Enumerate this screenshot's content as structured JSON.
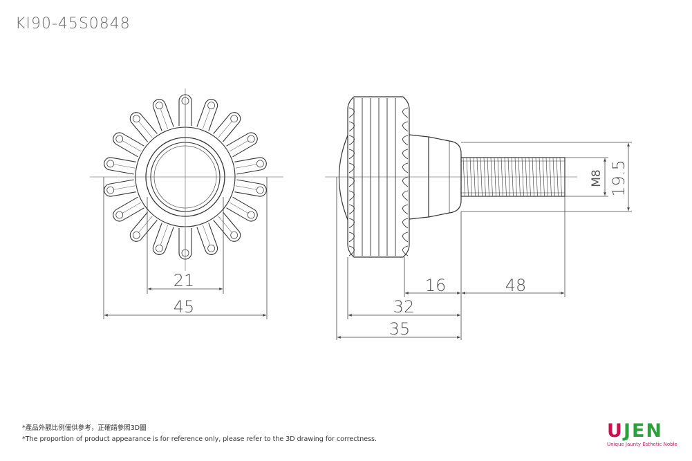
{
  "title": "KI90-45S0848",
  "dimensions": {
    "d21": "21",
    "d45": "45",
    "d16": "16",
    "d48": "48",
    "d32": "32",
    "d35": "35",
    "m8": "M8",
    "d19_5": "19.5"
  },
  "notes": {
    "zh": "*產品外觀比例僅供參考，正確請參照3D圖",
    "en": "*The proportion of product appearance is for reference only, please refer to the 3D drawing for correctness."
  },
  "logo": {
    "first_letter": "U",
    "rest": "JEN",
    "tagline": "Unique Jaunty Esthetic Noble",
    "colors": {
      "red": "#c8124f",
      "green": "#2e9f3f"
    }
  }
}
